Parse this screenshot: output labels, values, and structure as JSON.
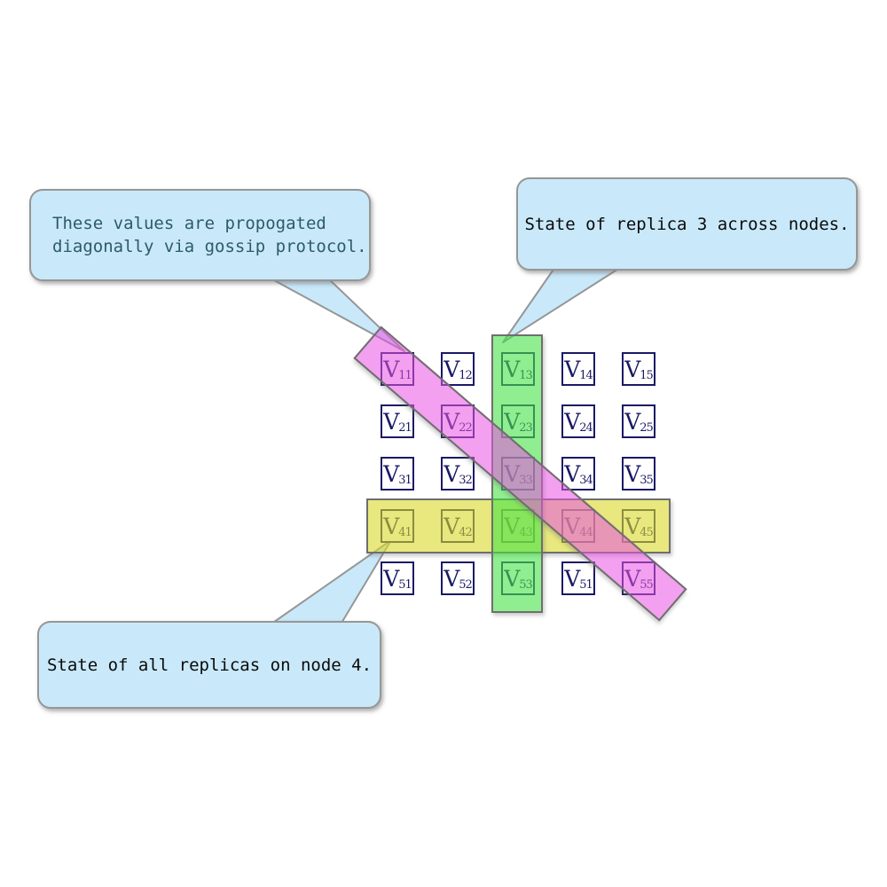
{
  "diagram": {
    "callouts": [
      {
        "id": "gossip",
        "lines": [
          "These values are propogated",
          "diagonally via gossip protocol."
        ],
        "points_to": "diagonal-highlight"
      },
      {
        "id": "replica3",
        "lines": [
          "State of replica 3 across nodes."
        ],
        "points_to": "column-highlight"
      },
      {
        "id": "node4",
        "lines": [
          "State of all replicas on node 4."
        ],
        "points_to": "row-highlight"
      }
    ],
    "matrix": {
      "symbol": "V",
      "subscripts": [
        [
          "11",
          "12",
          "13",
          "14",
          "15"
        ],
        [
          "21",
          "22",
          "23",
          "24",
          "25"
        ],
        [
          "31",
          "32",
          "33",
          "34",
          "35"
        ],
        [
          "41",
          "42",
          "43",
          "44",
          "45"
        ],
        [
          "51",
          "52",
          "53",
          "51",
          "55"
        ]
      ]
    },
    "highlights": [
      {
        "id": "row-highlight",
        "covers": "row 4",
        "color": "rgba(217,217,40,0.6)"
      },
      {
        "id": "column-highlight",
        "covers": "column 3",
        "color": "rgba(70,227,70,0.6)"
      },
      {
        "id": "diagonal-highlight",
        "covers": "main diagonal",
        "color": "rgba(231,82,226,0.55)"
      }
    ]
  },
  "colors": {
    "callout_fill": "#c9e9fa",
    "callout_border": "#969696",
    "callout_text_primary": "#2d5a6b",
    "callout_text_dark": "#0a0a0a",
    "cell_border": "#1a1a66",
    "band_border": "#6e6e6e",
    "yellow": "rgba(217,217,40,0.6)",
    "green": "rgba(70,227,70,0.6)",
    "pink": "rgba(231,82,226,0.55)"
  }
}
